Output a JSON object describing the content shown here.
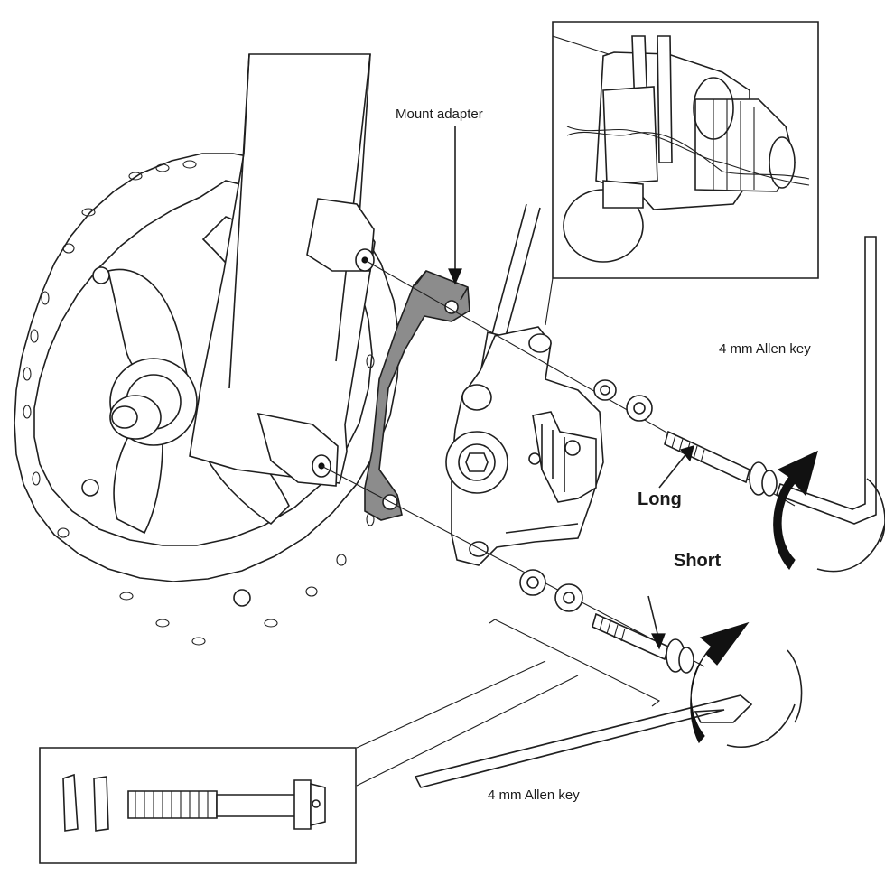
{
  "labels": {
    "mount_adapter": "Mount adapter",
    "allen_key_top": "4 mm Allen key",
    "long": "Long",
    "short": "Short",
    "allen_key_bottom": "4 mm Allen key"
  },
  "colors": {
    "line": "#1f1f1f",
    "adapter_fill": "#8c8c8c",
    "arrow_fill": "#111111",
    "background": "#ffffff"
  }
}
